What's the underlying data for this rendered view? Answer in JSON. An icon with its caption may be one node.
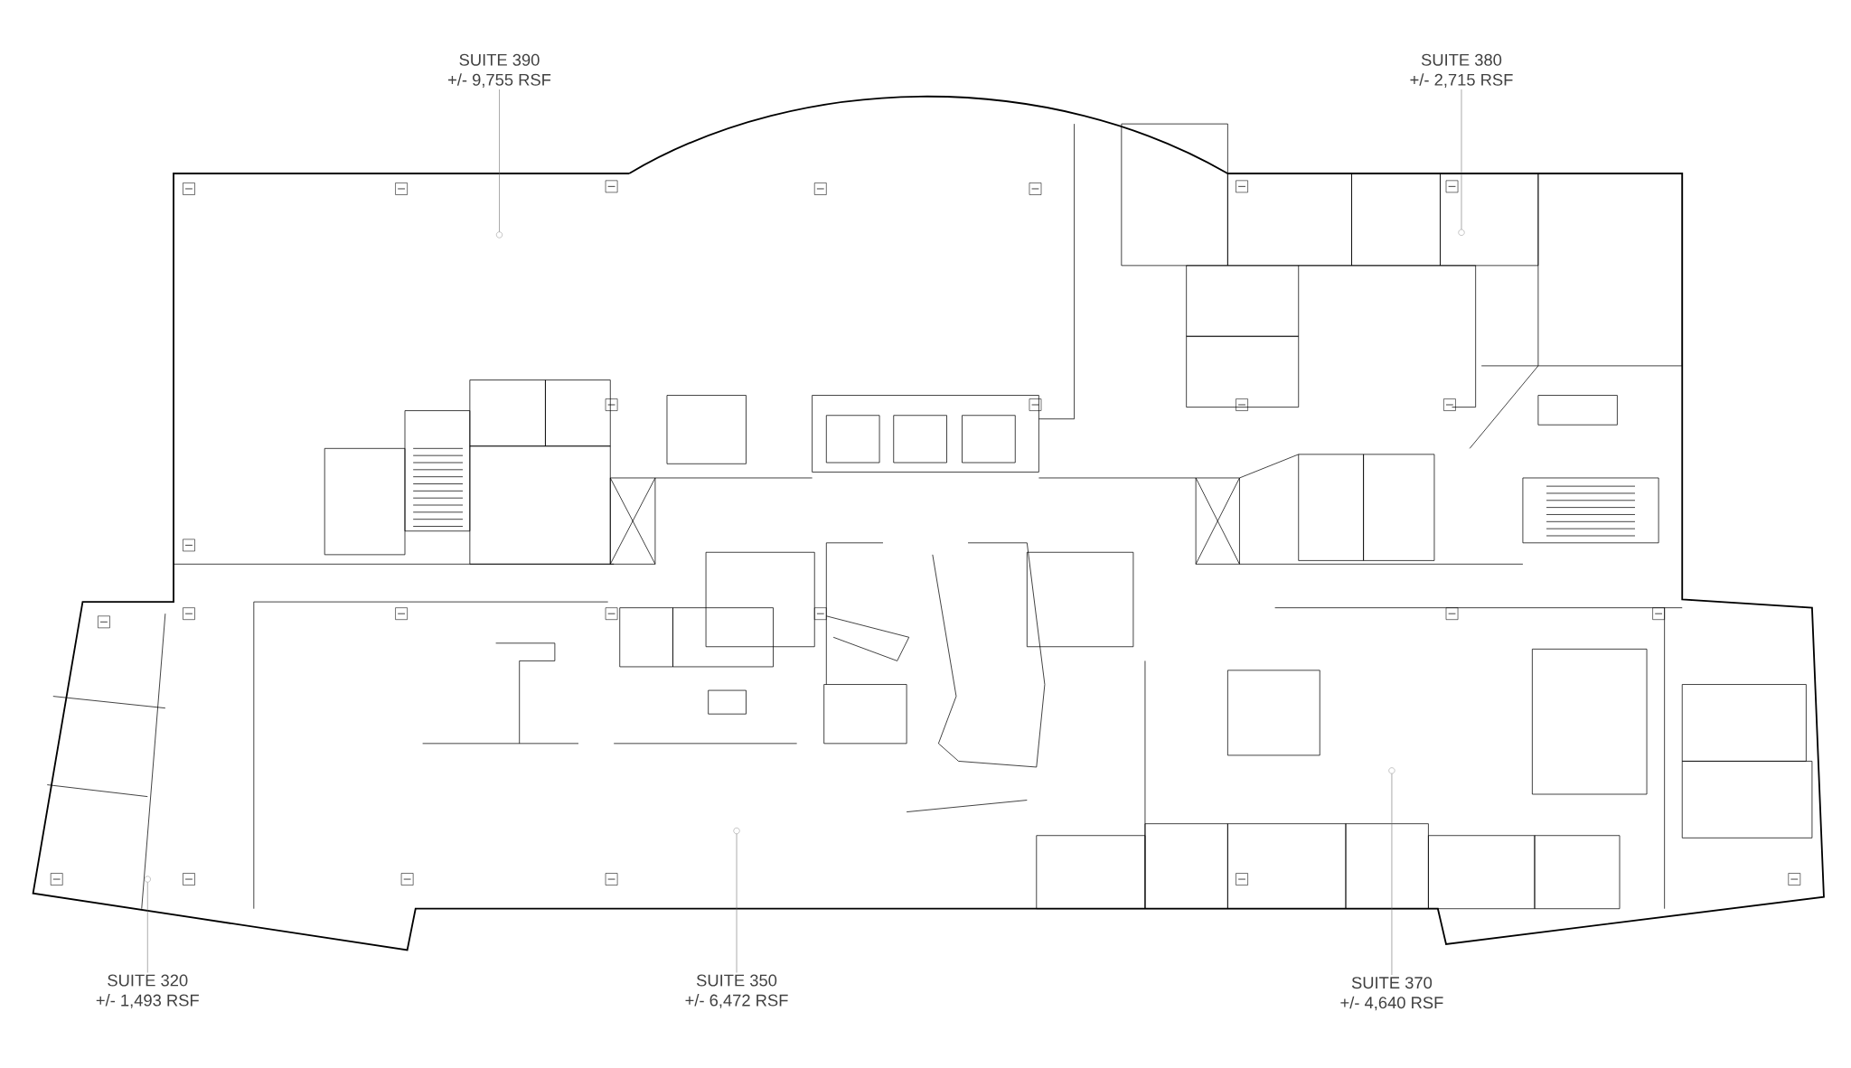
{
  "diagram": {
    "nodes": [
      {
        "text": [
          "SUITE 390",
          "+/- 9,755 RSF"
        ]
      },
      {
        "text": [],
        "shape": "circle"
      },
      {
        "text": [
          "SUITE 380",
          "+/- 2,715 RSF"
        ]
      },
      {
        "text": [],
        "shape": "circle"
      },
      {
        "text": [
          "SUITE 320",
          "+/- 1,493 RSF"
        ]
      },
      {
        "text": [],
        "shape": "circle"
      },
      {
        "text": [
          "SUITE 350",
          "+/- 6,472 RSF"
        ]
      },
      {
        "text": [],
        "shape": "circle"
      },
      {
        "text": [
          "SUITE 370",
          "+/- 4,640 RSF"
        ]
      },
      {
        "text": [],
        "shape": "circle"
      }
    ],
    "edges": [
      {
        "from": 0,
        "to": 1,
        "arrow": "none"
      },
      {
        "from": 2,
        "to": 3,
        "arrow": "none"
      },
      {
        "from": 4,
        "to": 5,
        "arrow": "none"
      },
      {
        "from": 6,
        "to": 7,
        "arrow": "none"
      },
      {
        "from": 8,
        "to": 9,
        "arrow": "none"
      }
    ]
  }
}
